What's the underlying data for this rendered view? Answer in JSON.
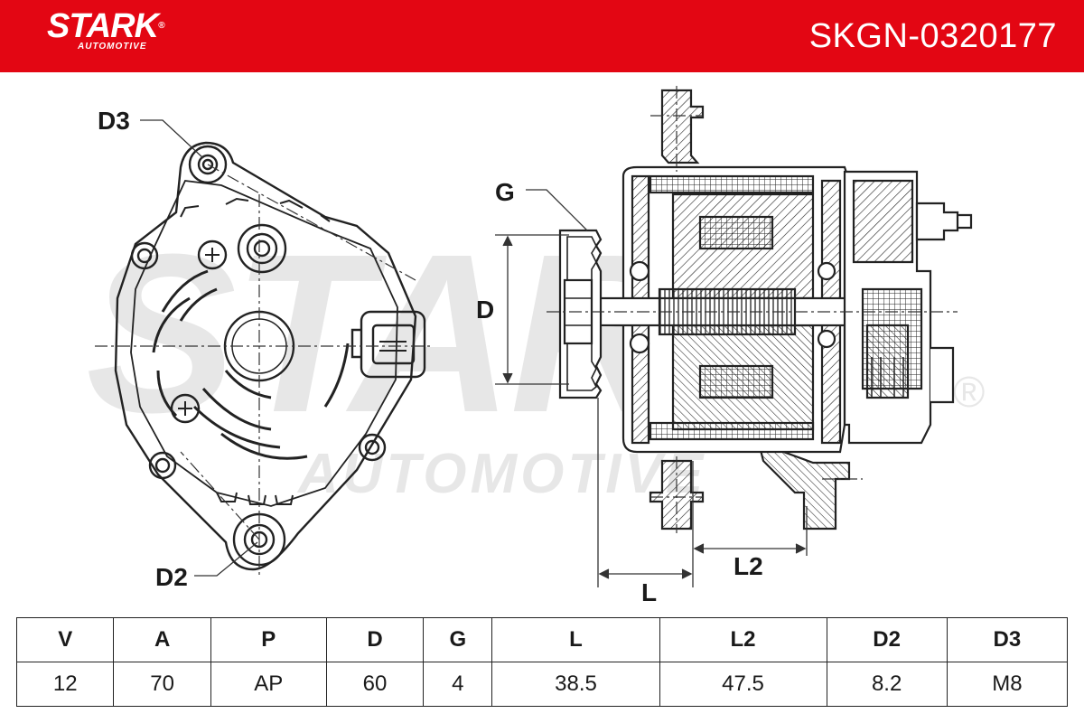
{
  "brand": {
    "name": "STARK",
    "reg": "®",
    "sub": "AUTOMOTIVE",
    "primary_color": "#e30613"
  },
  "product_code": "SKGN-0320177",
  "watermark": {
    "main": "STARK",
    "sub": "AUTOMOTIVE",
    "reg": "®"
  },
  "labels": {
    "d3": "D3",
    "d2": "D2",
    "g": "G",
    "d": "D",
    "l": "L",
    "l2": "L2"
  },
  "spec_table": {
    "headers": [
      "V",
      "A",
      "P",
      "D",
      "G",
      "L",
      "L2",
      "D2",
      "D3"
    ],
    "values": [
      "12",
      "70",
      "AP",
      "60",
      "4",
      "38.5",
      "47.5",
      "8.2",
      "M8"
    ]
  }
}
